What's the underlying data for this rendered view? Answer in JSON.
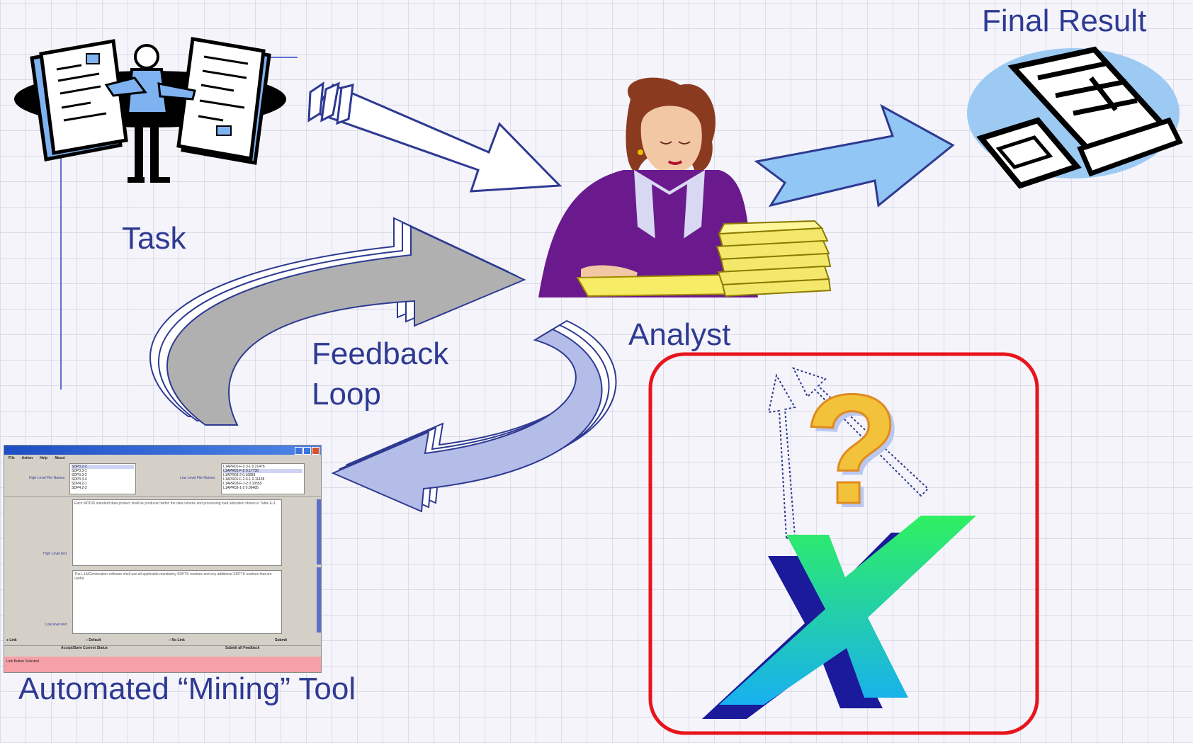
{
  "labels": {
    "final_result": "Final Result",
    "task": "Task",
    "analyst": "Analyst",
    "feedback": "Feedback",
    "loop": "Loop",
    "mining_tool": "Automated “Mining” Tool"
  },
  "colors": {
    "label_text": "#2e3a92",
    "grid_background": "#f4f4fa",
    "highlight_box_border": "#e8141c",
    "gray_arrow": "#b0b0b0",
    "lavender_arrow": "#b4bde8",
    "blue_arrow": "#92c6f5"
  },
  "icons": {
    "task_clipart": "person-with-documents-icon",
    "analyst_clipart": "analyst-woman-icon",
    "result_clipart": "printer-output-icon",
    "question_mark": "question-mark-icon",
    "x_mark": "x-cross-icon"
  },
  "tool_window": {
    "menu": [
      "File",
      "Action",
      "Help",
      "About"
    ],
    "high_level_label": "High Level File Names",
    "low_level_label": "Low Level File Names",
    "high_items": [
      "SDP3.2-2",
      "SDP3.3-1",
      "SDP3.3-2",
      "SDP3.3-4",
      "SDP4.2-1",
      "SDP4.2-2"
    ],
    "low_items": [
      "L1APR01-F-2.3-1   0.21476",
      "L1APR01-F-2   0.17730",
      "L1APR03-2   0.16893",
      "L1APR01-F-2.4-1   0.11428",
      "L1APR03-F-1-2   0.10555",
      "L1APR03-1-2   0.09485"
    ],
    "high_text_label": "High Level text",
    "high_text": "Each MODIS standard data product shall be produced within the data volume and processing load allocation shown in Table E-3.",
    "low_text_label": "Low level text",
    "low_text": "The L1A/Geolocation software shall use all applicable mandatory SDPTK routines and any additional SDPTK routines that are useful.",
    "radio_link": "Link",
    "radio_default": "Default",
    "radio_nolink": "No Link",
    "submit": "Submit",
    "accept_button": "Accept/Save Current Status",
    "submit_all_button": "Submit all Feedback",
    "status": "Link Button Selected"
  }
}
